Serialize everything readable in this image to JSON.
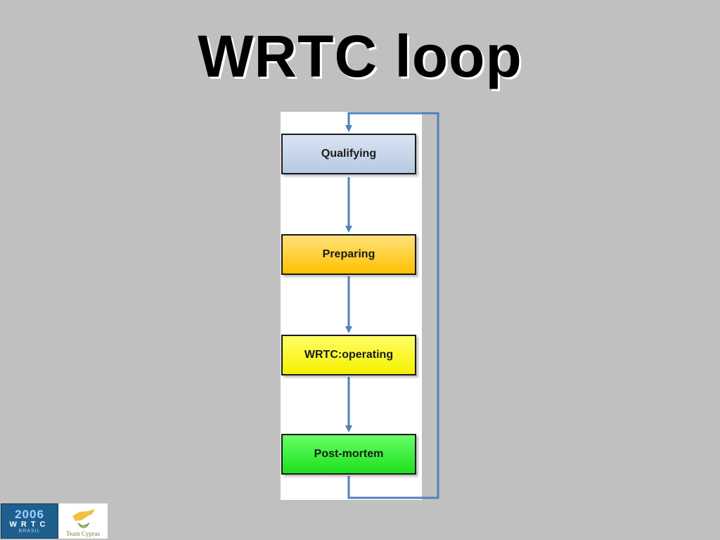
{
  "title": "WRTC loop",
  "diagram": {
    "nodes": [
      {
        "id": "qualifying",
        "label": "Qualifying"
      },
      {
        "id": "preparing",
        "label": "Preparing"
      },
      {
        "id": "operating",
        "label": "WRTC:operating"
      },
      {
        "id": "postmortem",
        "label": "Post-mortem"
      }
    ],
    "edges": [
      {
        "from": "qualifying",
        "to": "preparing"
      },
      {
        "from": "preparing",
        "to": "operating"
      },
      {
        "from": "operating",
        "to": "postmortem"
      },
      {
        "from": "postmortem",
        "to": "qualifying",
        "type": "loop-back"
      }
    ],
    "colors": {
      "background": "#c0c0c0",
      "arrow": "#4f81bd",
      "qualifying": "#b8cce4",
      "preparing": "#ffc000",
      "operating": "#ffff00",
      "postmortem": "#00ff00"
    }
  },
  "logos": {
    "wrtc": {
      "year": "2006",
      "name": "WRTC",
      "sub": "BRASIL"
    },
    "cyprus": {
      "text": "Team Cyprus"
    }
  }
}
